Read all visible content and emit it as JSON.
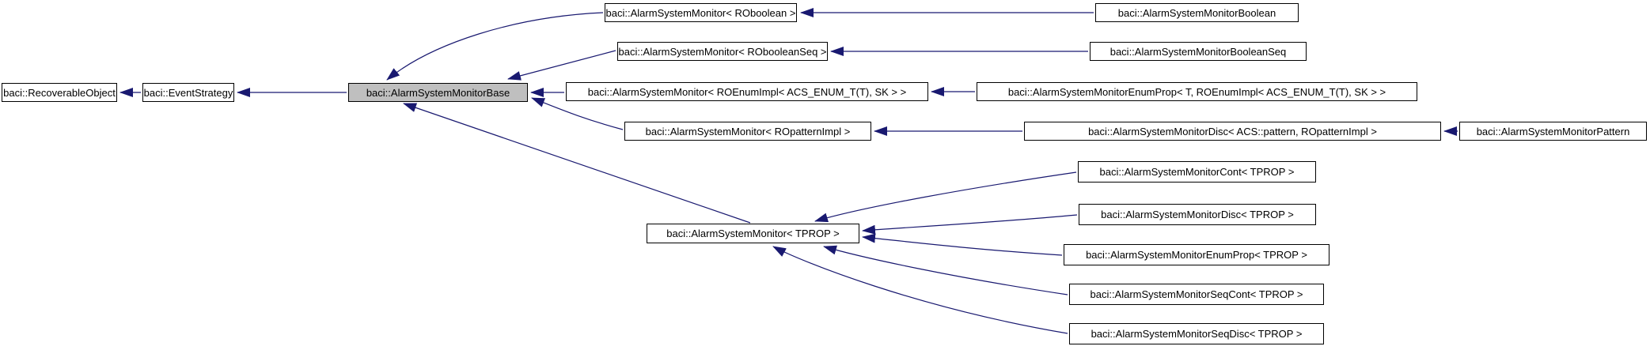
{
  "diagram": {
    "type": "class-inheritance-graph",
    "background_color": "#ffffff",
    "arrow_color": "#191970",
    "node_border_color": "#000000",
    "node_fill_color": "#ffffff",
    "highlighted_node_fill_color": "#bfbfbf",
    "highlighted_node": "alarm-system-monitor-base",
    "nodes": [
      {
        "id": "recoverable-object",
        "label": "baci::RecoverableObject"
      },
      {
        "id": "event-strategy",
        "label": "baci::EventStrategy"
      },
      {
        "id": "alarm-system-monitor-base",
        "label": "baci::AlarmSystemMonitorBase"
      },
      {
        "id": "monitor-roboolean",
        "label": "baci::AlarmSystemMonitor< ROboolean >"
      },
      {
        "id": "monitor-boolean",
        "label": "baci::AlarmSystemMonitorBoolean"
      },
      {
        "id": "monitor-robooleanseq",
        "label": "baci::AlarmSystemMonitor< RObooleanSeq >"
      },
      {
        "id": "monitor-booleanseq",
        "label": "baci::AlarmSystemMonitorBooleanSeq"
      },
      {
        "id": "monitor-roenumimpl",
        "label": "baci::AlarmSystemMonitor< ROEnumImpl< ACS_ENUM_T(T), SK > >"
      },
      {
        "id": "monitor-enumprop-t",
        "label": "baci::AlarmSystemMonitorEnumProp< T, ROEnumImpl< ACS_ENUM_T(T), SK > >"
      },
      {
        "id": "monitor-ropatternimpl",
        "label": "baci::AlarmSystemMonitor< ROpatternImpl >"
      },
      {
        "id": "monitor-disc-pattern",
        "label": "baci::AlarmSystemMonitorDisc< ACS::pattern, ROpatternImpl >"
      },
      {
        "id": "monitor-pattern",
        "label": "baci::AlarmSystemMonitorPattern"
      },
      {
        "id": "monitor-tprop",
        "label": "baci::AlarmSystemMonitor< TPROP >"
      },
      {
        "id": "monitor-cont-tprop",
        "label": "baci::AlarmSystemMonitorCont< TPROP >"
      },
      {
        "id": "monitor-disc-tprop",
        "label": "baci::AlarmSystemMonitorDisc< TPROP >"
      },
      {
        "id": "monitor-enumprop-tprop",
        "label": "baci::AlarmSystemMonitorEnumProp< TPROP >"
      },
      {
        "id": "monitor-seqcont-tprop",
        "label": "baci::AlarmSystemMonitorSeqCont< TPROP >"
      },
      {
        "id": "monitor-seqdisc-tprop",
        "label": "baci::AlarmSystemMonitorSeqDisc< TPROP >"
      }
    ],
    "edges": [
      {
        "from": "event-strategy",
        "to": "recoverable-object"
      },
      {
        "from": "alarm-system-monitor-base",
        "to": "event-strategy"
      },
      {
        "from": "monitor-roboolean",
        "to": "alarm-system-monitor-base"
      },
      {
        "from": "monitor-robooleanseq",
        "to": "alarm-system-monitor-base"
      },
      {
        "from": "monitor-roenumimpl",
        "to": "alarm-system-monitor-base"
      },
      {
        "from": "monitor-ropatternimpl",
        "to": "alarm-system-monitor-base"
      },
      {
        "from": "monitor-tprop",
        "to": "alarm-system-monitor-base"
      },
      {
        "from": "monitor-boolean",
        "to": "monitor-roboolean"
      },
      {
        "from": "monitor-booleanseq",
        "to": "monitor-robooleanseq"
      },
      {
        "from": "monitor-enumprop-t",
        "to": "monitor-roenumimpl"
      },
      {
        "from": "monitor-disc-pattern",
        "to": "monitor-ropatternimpl"
      },
      {
        "from": "monitor-pattern",
        "to": "monitor-disc-pattern"
      },
      {
        "from": "monitor-cont-tprop",
        "to": "monitor-tprop"
      },
      {
        "from": "monitor-disc-tprop",
        "to": "monitor-tprop"
      },
      {
        "from": "monitor-enumprop-tprop",
        "to": "monitor-tprop"
      },
      {
        "from": "monitor-seqcont-tprop",
        "to": "monitor-tprop"
      },
      {
        "from": "monitor-seqdisc-tprop",
        "to": "monitor-tprop"
      }
    ]
  }
}
